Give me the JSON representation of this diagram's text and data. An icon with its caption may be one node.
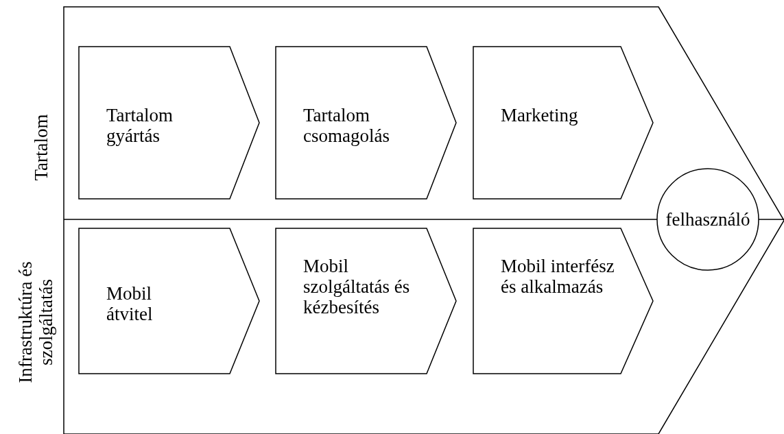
{
  "diagram": {
    "nodes": [
      {
        "text": [],
        "shape": "chevron"
      },
      {
        "text": [
          "Tartalom gyártás"
        ],
        "in": 0
      },
      {
        "text": [
          "Tartalom csomagolás"
        ],
        "in": 0
      },
      {
        "text": [
          "Marketing"
        ],
        "in": 0
      },
      {
        "text": [
          "Mobil átvitel"
        ],
        "in": 0
      },
      {
        "text": [
          "Mobil szolgáltatás és kézbesítés"
        ],
        "in": 0
      },
      {
        "text": [
          "Mobil interfész és alkalmazás"
        ],
        "in": 0
      },
      {
        "text": [
          "felhasználó"
        ],
        "in": 0
      }
    ],
    "edges": [],
    "labels": [
      "Tartalom",
      "Infrastruktúra és szolgáltatás"
    ]
  }
}
